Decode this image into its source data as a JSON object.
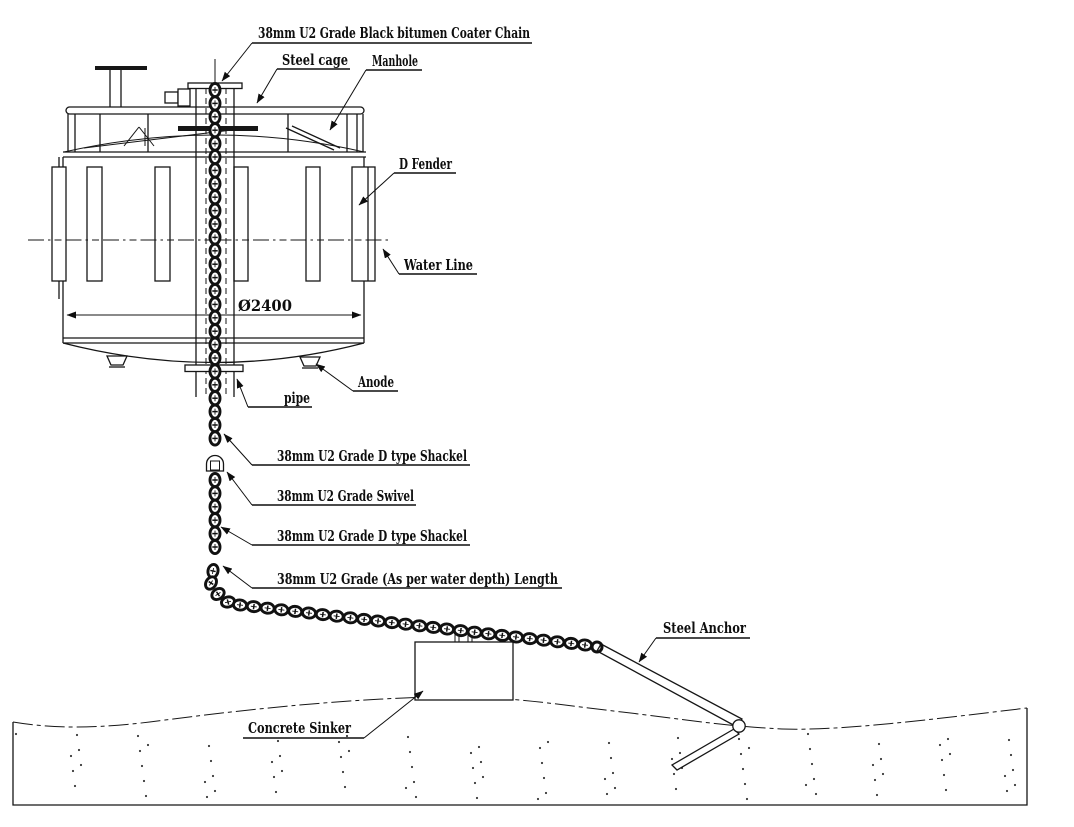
{
  "drawing": {
    "type": "technical-drawing",
    "subject": "Mooring buoy with chain, concrete sinker and steel anchor",
    "colors": {
      "line": "#161616",
      "background": "#ffffff"
    },
    "labels": {
      "chain_top": "38mm U2 Grade Black bitumen Coater Chain",
      "steel_cage": "Steel cage",
      "manhole": "Manhole",
      "d_fender": "D Fender",
      "water_line": "Water Line",
      "diameter": "Ø2400",
      "pipe": "pipe",
      "anode": "Anode",
      "shackle_upper": "38mm U2 Grade D type Shackel",
      "swivel": "38mm U2 Grade Swivel",
      "shackle_lower": "38mm U2 Grade D type Shackel",
      "chain_length": "38mm U2 Grade (As per water depth) Length",
      "steel_anchor": "Steel Anchor",
      "concrete_sinker": "Concrete Sinker"
    }
  }
}
